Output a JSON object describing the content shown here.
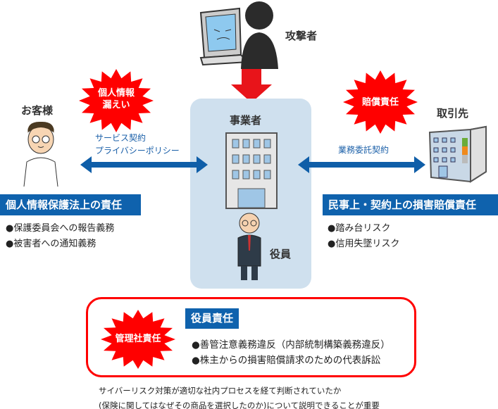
{
  "attacker": {
    "label": "攻撃者"
  },
  "business": {
    "label": "事業者",
    "officer_label": "役員"
  },
  "customer": {
    "label": "お客様",
    "burst": [
      "個人情報",
      "漏えい"
    ],
    "contract_lines": [
      "サービス契約",
      "プライバシーポリシー"
    ],
    "duty_title": "個人情報保護法上の責任",
    "duties": [
      "●保護委員会への報告義務",
      "●被害者への通知義務"
    ]
  },
  "partner": {
    "label": "取引先",
    "burst": "賠償責任",
    "contract": "業務委託契約",
    "duty_title": "民事上・契約上の損害賠償責任",
    "duties": [
      "●踏み台リスク",
      "●信用失墜リスク"
    ]
  },
  "officer": {
    "burst": "管理社責任",
    "title": "役員責任",
    "duties": [
      "●善管注意義務違反（内部統制構築義務違反）",
      "●株主からの損害賠償請求のための代表訴訟"
    ]
  },
  "footer": [
    "サイバーリスク対策が適切な社内プロセスを経て判断されていたか",
    "(保険に関してはなぜその商品を選択したのか)について説明できることが重要"
  ],
  "colors": {
    "red": "#ff0000",
    "blue": "#0f62ad",
    "panel": "#cfe0ee"
  }
}
